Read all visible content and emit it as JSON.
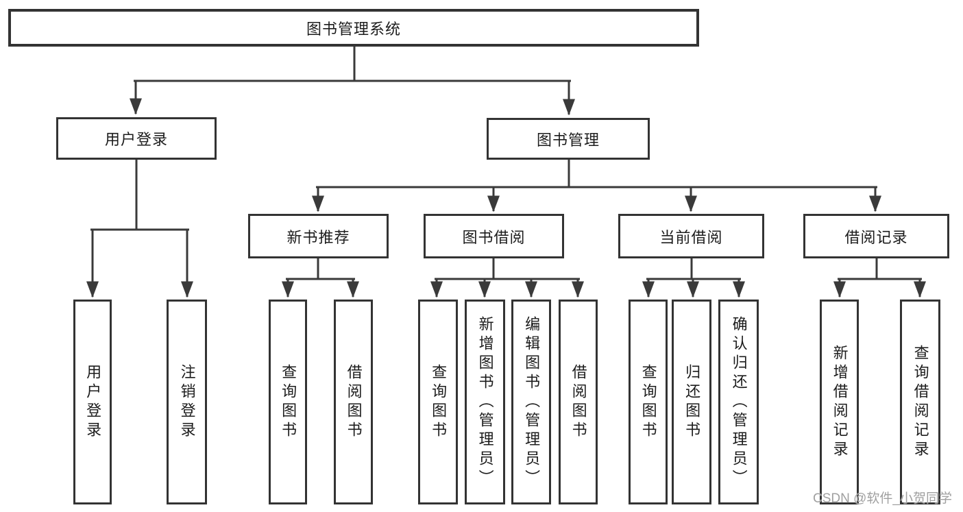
{
  "nodes": {
    "root": {
      "label": "图书管理系统"
    },
    "user_login": {
      "label": "用户登录"
    },
    "book_mgmt": {
      "label": "图书管理"
    },
    "new_book_rec": {
      "label": "新书推荐"
    },
    "book_borrow": {
      "label": "图书借阅"
    },
    "current_borrow": {
      "label": "当前借阅"
    },
    "borrow_record": {
      "label": "借阅记录"
    },
    "leaf_user_login": {
      "label": "用户登录"
    },
    "leaf_logout": {
      "label": "注销登录"
    },
    "leaf_query_book_rec": {
      "label": "查询图书"
    },
    "leaf_borrow_book_rec": {
      "label": "借阅图书"
    },
    "leaf_query_book_borrow": {
      "label": "查询图书"
    },
    "leaf_add_book": {
      "label": "新增图书（管理员）"
    },
    "leaf_edit_book": {
      "label": "编辑图书（管理员）"
    },
    "leaf_borrow_book_borrow": {
      "label": "借阅图书"
    },
    "leaf_query_book_current": {
      "label": "查询图书"
    },
    "leaf_return_book": {
      "label": "归还图书"
    },
    "leaf_confirm_return": {
      "label": "确认归还（管理员）"
    },
    "leaf_add_borrow_record": {
      "label": "新增借阅记录"
    },
    "leaf_query_borrow_record": {
      "label": "查询借阅记录"
    }
  },
  "colors": {
    "line": "#3a3a3a",
    "box_border": "#333333",
    "text": "#1c1c1c",
    "watermark": "#a0a0a0",
    "background": "#ffffff"
  },
  "watermark": "CSDN @软件_小贺同学"
}
